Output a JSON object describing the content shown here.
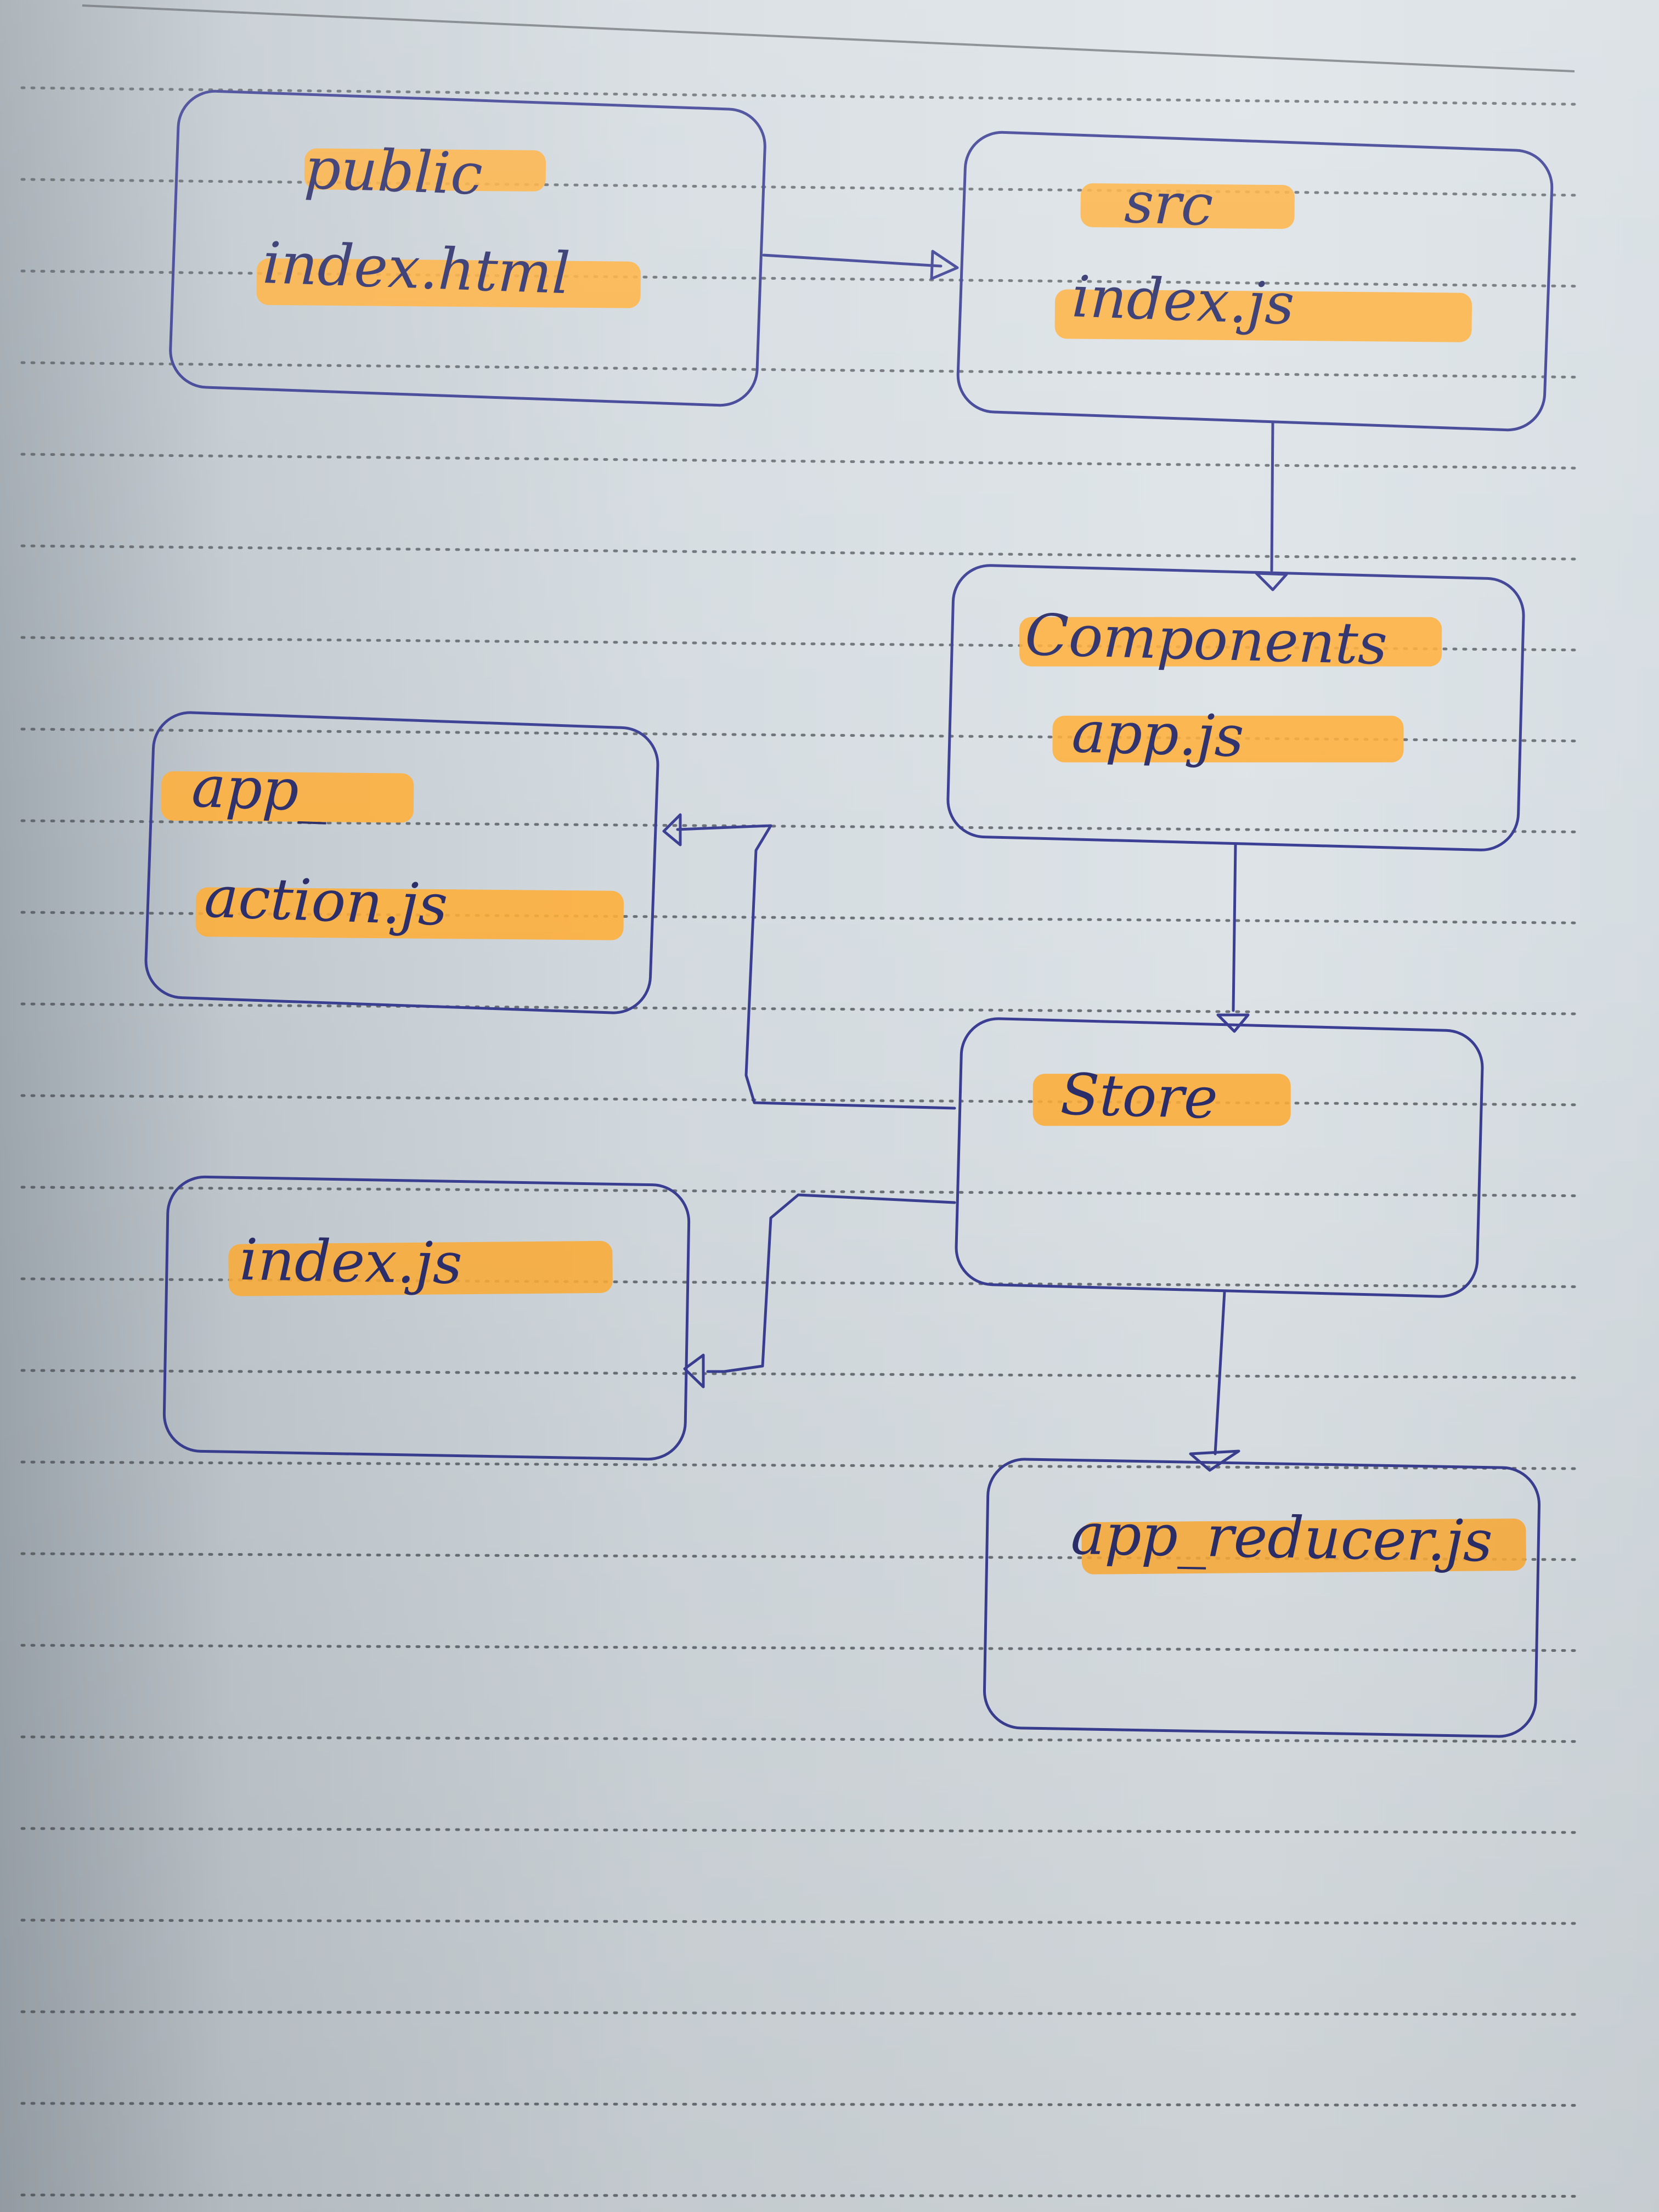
{
  "diagram": {
    "nodes": [
      {
        "id": "public",
        "lines": [
          "public",
          "index.html"
        ]
      },
      {
        "id": "src",
        "lines": [
          "src",
          "index.js"
        ]
      },
      {
        "id": "components",
        "lines": [
          "Components",
          "app.js"
        ]
      },
      {
        "id": "action",
        "lines": [
          "app_",
          "action.js"
        ]
      },
      {
        "id": "store",
        "lines": [
          "Store"
        ]
      },
      {
        "id": "index",
        "lines": [
          "index.js"
        ]
      },
      {
        "id": "reducer",
        "lines": [
          "app_reducer.js"
        ]
      }
    ],
    "edges": [
      {
        "from": "public",
        "to": "src"
      },
      {
        "from": "src",
        "to": "components"
      },
      {
        "from": "components",
        "to": "store"
      },
      {
        "from": "store",
        "to": "action"
      },
      {
        "from": "store",
        "to": "index"
      },
      {
        "from": "store",
        "to": "reducer"
      }
    ],
    "colors": {
      "ink": "#3b3f93",
      "highlight": "#ffae38",
      "text": "#2c2f6a"
    }
  }
}
